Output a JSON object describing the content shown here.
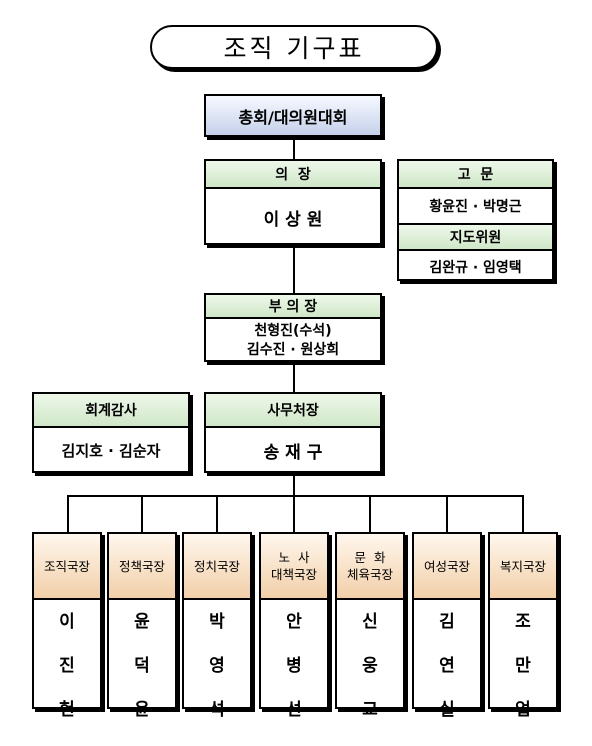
{
  "title": "조직 기구표",
  "top": {
    "name": "총회/대의원대회"
  },
  "chair": {
    "role": "의  장",
    "name": "이 상 원"
  },
  "advisor": {
    "role": "고  문",
    "names": "황윤진 · 박명근"
  },
  "mentor": {
    "role": "지도위원",
    "names": "김완규 · 임영택"
  },
  "vice_chair": {
    "role": "부 의 장",
    "line1": "천형진(수석)",
    "line2": "김수진 · 원상희"
  },
  "auditor": {
    "role": "회계감사",
    "names": "김지호 · 김순자"
  },
  "secretary": {
    "role": "사무처장",
    "name": "송 재 구"
  },
  "departments": [
    {
      "title1": "조직국장",
      "title2": "",
      "name": [
        "이",
        "진",
        "헌"
      ]
    },
    {
      "title1": "정책국장",
      "title2": "",
      "name": [
        "윤",
        "덕",
        "윤"
      ]
    },
    {
      "title1": "정치국장",
      "title2": "",
      "name": [
        "박",
        "영",
        "석"
      ]
    },
    {
      "title1": "노  사",
      "title2": "대책국장",
      "name": [
        "안",
        "병",
        "선"
      ]
    },
    {
      "title1": "문  화",
      "title2": "체육국장",
      "name": [
        "신",
        "웅",
        "교"
      ]
    },
    {
      "title1": "여성국장",
      "title2": "",
      "name": [
        "김",
        "연",
        "실"
      ]
    },
    {
      "title1": "복지국장",
      "title2": "",
      "name": [
        "조",
        "만",
        "업"
      ]
    }
  ]
}
